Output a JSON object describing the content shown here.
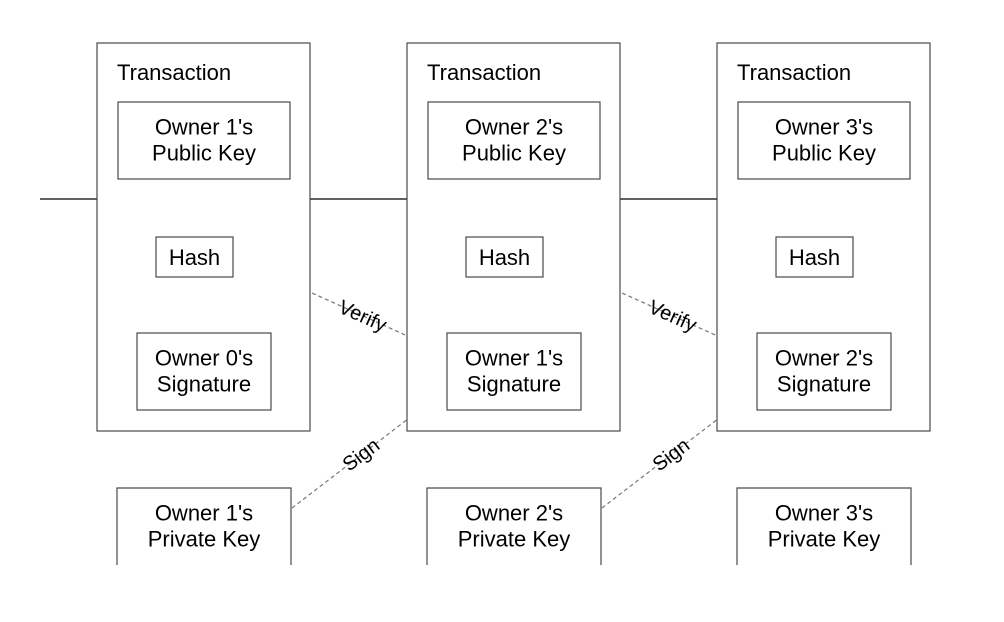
{
  "transactions": [
    {
      "title": "Transaction",
      "public_key": [
        "Owner 1's",
        "Public Key"
      ],
      "hash": "Hash",
      "signature": [
        "Owner 0's",
        "Signature"
      ],
      "private_key": [
        "Owner 1's",
        "Private Key"
      ],
      "verify_label": "",
      "sign_label": "Sign"
    },
    {
      "title": "Transaction",
      "public_key": [
        "Owner 2's",
        "Public Key"
      ],
      "hash": "Hash",
      "signature": [
        "Owner 1's",
        "Signature"
      ],
      "private_key": [
        "Owner 2's",
        "Private Key"
      ],
      "verify_label": "Verify",
      "sign_label": "Sign"
    },
    {
      "title": "Transaction",
      "public_key": [
        "Owner 3's",
        "Public Key"
      ],
      "hash": "Hash",
      "signature": [
        "Owner 2's",
        "Signature"
      ],
      "private_key": [
        "Owner 3's",
        "Private Key"
      ],
      "verify_label": "Verify",
      "sign_label": ""
    }
  ],
  "colors": {
    "stroke": "#4a4a4a",
    "dashed": "#777777",
    "text": "#000000"
  }
}
